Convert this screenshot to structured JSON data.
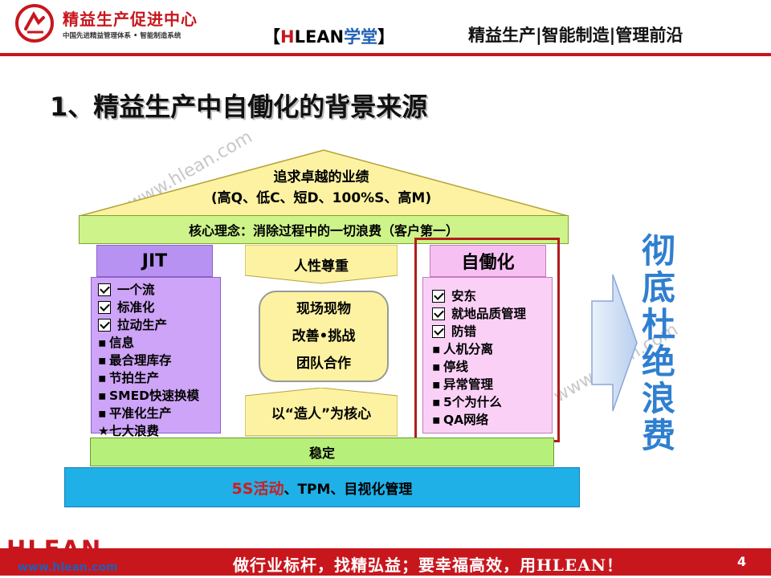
{
  "header": {
    "logo_cn": "精益生产促进中心",
    "logo_sub": "中国先进精益管理体系 • 智能制造系统",
    "brand_left": "【",
    "brand_h": "H",
    "brand_lean": "LEAN",
    "brand_xt": "学堂",
    "brand_right": "】",
    "tagline": "精益生产|智能制造|管理前沿",
    "colors": {
      "accent": "#c8161d",
      "brand_blue": "#1f5fb5"
    }
  },
  "title": "1、精益生产中自働化的背景来源",
  "house": {
    "roof_line1": "追求卓越的业绩",
    "roof_line2": "(高Q、低C、短D、100%S、高M)",
    "core_concept": "核心理念：消除过程中的一切浪费（客户第一）",
    "jit_title": "JIT",
    "jit_checked": [
      "一个流",
      "标准化",
      "拉动生产"
    ],
    "jit_bullets": [
      "信息",
      "最合理库存",
      "节拍生产",
      "SMED快速换模",
      "平准化生产"
    ],
    "jit_star_item": "七大浪费",
    "center_top": "人性尊重",
    "center_oval": [
      "现场现物",
      "改善•挑战",
      "团队合作"
    ],
    "center_bottom": "以“造人”为核心",
    "jidoka_title": "自働化",
    "jidoka_checked": [
      "安东",
      "就地品质管理",
      "防错"
    ],
    "jidoka_bullets": [
      "人机分离",
      "停线",
      "异常管理",
      "5个为什么",
      "QA网络"
    ],
    "stability": "稳定",
    "foundation_red": "5S活动",
    "foundation_rest": "、TPM、目视化管理"
  },
  "side_text": [
    "彻",
    "底",
    "杜",
    "绝",
    "浪",
    "费"
  ],
  "watermark": "www.hlean.com",
  "footer": {
    "logo": "HLEAN",
    "url": "www.hlean.com",
    "slogan": "做行业标杆，找精弘益；要幸福高效，用HLEAN！",
    "page_number": "4"
  }
}
